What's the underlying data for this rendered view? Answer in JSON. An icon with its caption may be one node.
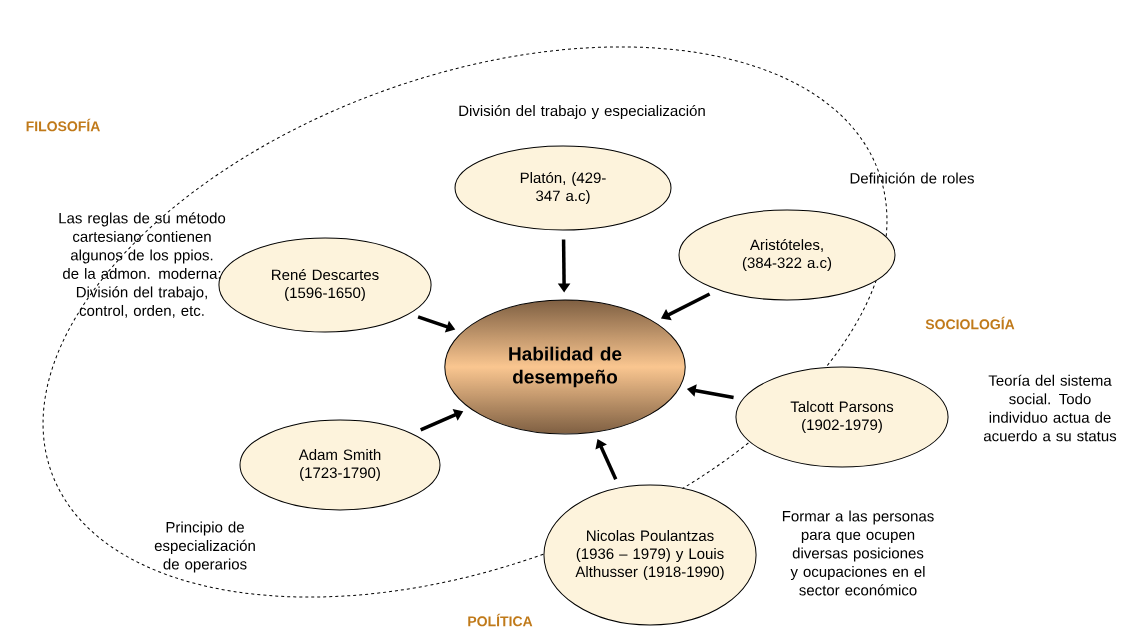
{
  "diagram": {
    "nodes": [
      {
        "text": [
          "Habilidad de desempeño"
        ]
      },
      {
        "text": [
          "Platón, (429-347 a.c)"
        ]
      },
      {
        "text": [
          "Aristóteles, (384-322 a.c)"
        ]
      },
      {
        "text": [
          "René Descartes (1596-1650)"
        ]
      },
      {
        "text": [
          "Talcott Parsons (1902-1979)"
        ]
      },
      {
        "text": [
          "Adam Smith (1723-1790)"
        ]
      },
      {
        "text": [
          "Nicolas Poulantzas (1936 – 1979) y Louis Althusser (1918-1990)"
        ]
      }
    ],
    "edges": [
      {
        "from": 1,
        "to": 0,
        "arrow": "to"
      },
      {
        "from": 2,
        "to": 0,
        "arrow": "to"
      },
      {
        "from": 3,
        "to": 0,
        "arrow": "to"
      },
      {
        "from": 4,
        "to": 0,
        "arrow": "to"
      },
      {
        "from": 5,
        "to": 0,
        "arrow": "to"
      },
      {
        "from": 6,
        "to": 0,
        "arrow": "to"
      }
    ],
    "labels": [
      "FILOSOFÍA",
      "División del trabajo y especialización",
      "Definición de roles",
      "Las reglas de su método cartesiano contienen algunos de los ppios. de la admon. moderna: División del trabajo, control, orden, etc.",
      "SOCIOLOGÍA",
      "Teoría del sistema social.  Todo individuo actua de acuerdo a su status",
      "Formar a las personas para que ocupen diversas posiciones y ocupaciones en el sector económico",
      "Principio de especialización de operarios",
      "POLÍTICA"
    ]
  }
}
